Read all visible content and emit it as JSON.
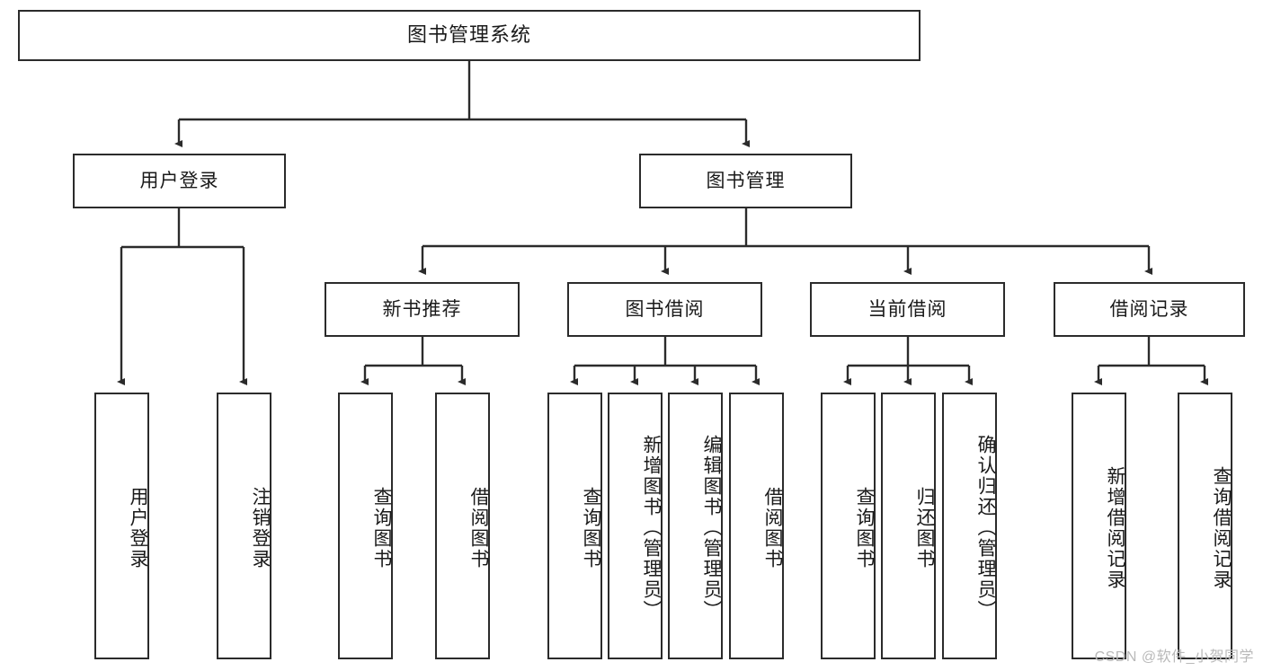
{
  "diagram": {
    "type": "tree-hierarchy-chart",
    "title_node": "图书管理系统",
    "colors": {
      "stroke": "#2b2b2b",
      "fill": "#ffffff",
      "text": "#1a1a1a",
      "watermark": "#b9b9b9"
    },
    "levels": {
      "level1": [
        "图书管理系统"
      ],
      "level2": [
        "用户登录",
        "图书管理"
      ],
      "level3": [
        "新书推荐",
        "图书借阅",
        "当前借阅",
        "借阅记录"
      ],
      "level4": [
        "用户登录",
        "注销登录",
        "查询图书",
        "借阅图书",
        "查询图书",
        "新增图书（管理员）",
        "编辑图书（管理员）",
        "借阅图书",
        "查询图书",
        "归还图书",
        "确认归还（管理员）",
        "新增借阅记录",
        "查询借阅记录"
      ]
    },
    "nodes": {
      "root": {
        "label": "图书管理系统"
      },
      "user_login": {
        "label": "用户登录"
      },
      "book_manage": {
        "label": "图书管理"
      },
      "new_book_rec": {
        "label": "新书推荐"
      },
      "book_borrow": {
        "label": "图书借阅"
      },
      "current_borrow": {
        "label": "当前借阅"
      },
      "borrow_record": {
        "label": "借阅记录"
      },
      "leaf_user_login": {
        "label": "用户登录"
      },
      "leaf_logout": {
        "label": "注销登录"
      },
      "leaf_query_book_1": {
        "label": "查询图书"
      },
      "leaf_borrow_book_1": {
        "label": "借阅图书"
      },
      "leaf_query_book_2": {
        "label": "查询图书"
      },
      "leaf_add_book": {
        "label": "新增图书（管理员）"
      },
      "leaf_edit_book": {
        "label": "编辑图书（管理员）"
      },
      "leaf_borrow_book_2": {
        "label": "借阅图书"
      },
      "leaf_query_book_3": {
        "label": "查询图书"
      },
      "leaf_return_book": {
        "label": "归还图书"
      },
      "leaf_confirm_return": {
        "label": "确认归还（管理员）"
      },
      "leaf_add_record": {
        "label": "新增借阅记录"
      },
      "leaf_query_record": {
        "label": "查询借阅记录"
      }
    },
    "watermark": "CSDN @软件_小贺同学"
  }
}
